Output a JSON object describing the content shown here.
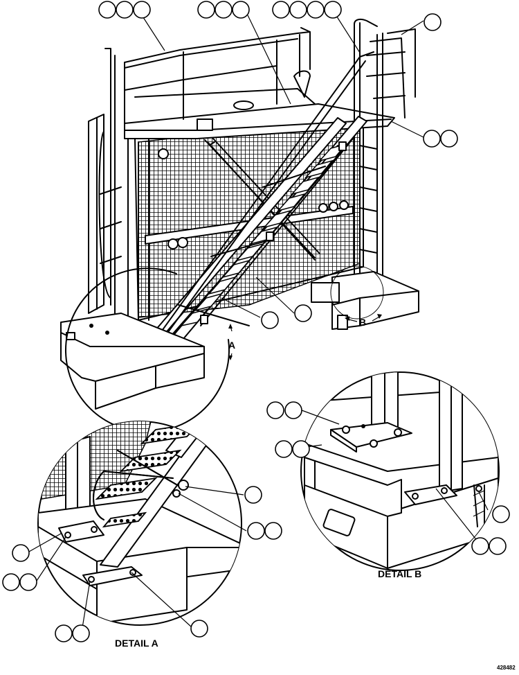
{
  "labels": {
    "detail_a_title": "DETAIL A",
    "detail_b_title": "DETAIL B",
    "callout_a": "A",
    "callout_b": "B",
    "figure_number": "428482"
  },
  "colors": {
    "ink": "#000000",
    "paper": "#ffffff"
  }
}
